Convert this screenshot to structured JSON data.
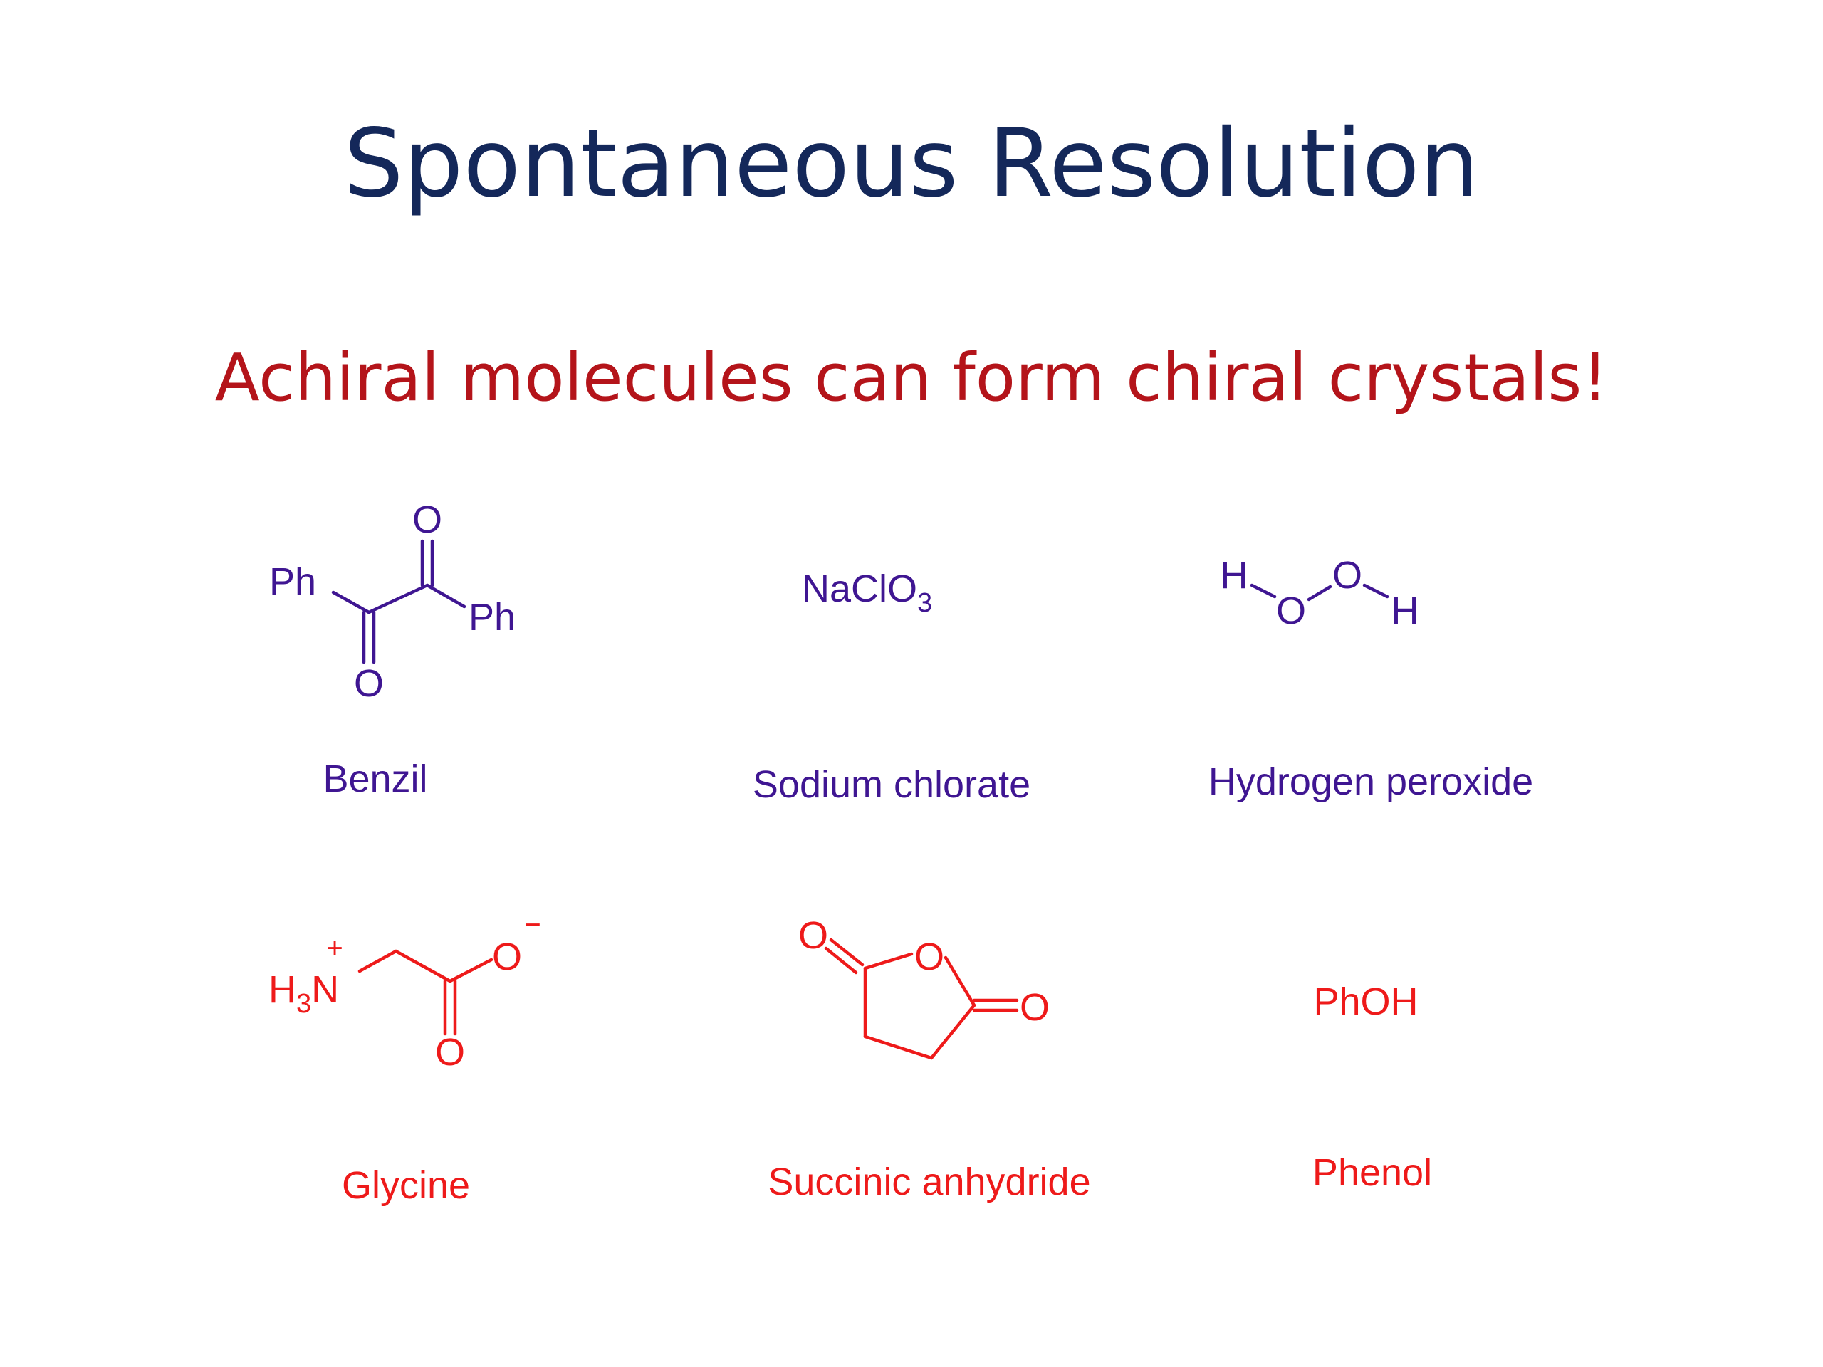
{
  "slide": {
    "title": "Spontaneous Resolution",
    "subtitle": "Achiral molecules can form chiral crystals!"
  },
  "colors": {
    "title": "#14285a",
    "subtitle": "#b4141a",
    "top_row": "#3f1692",
    "bottom_row": "#ee1a1a"
  },
  "compounds": [
    {
      "name": "Benzil",
      "atoms": {
        "ph": "Ph",
        "o": "O"
      }
    },
    {
      "name": "Sodium chlorate",
      "formula": {
        "main": "NaClO",
        "sub": "3"
      }
    },
    {
      "name": "Hydrogen peroxide",
      "atoms": {
        "h": "H",
        "o": "O"
      }
    },
    {
      "name": "Glycine",
      "atoms": {
        "h": "H",
        "sub": "3",
        "n": "N",
        "plus": "+",
        "o": "O",
        "minus": "−"
      }
    },
    {
      "name": "Succinic anhydride",
      "atoms": {
        "o": "O"
      }
    },
    {
      "name": "Phenol",
      "formula": "PhOH"
    }
  ]
}
